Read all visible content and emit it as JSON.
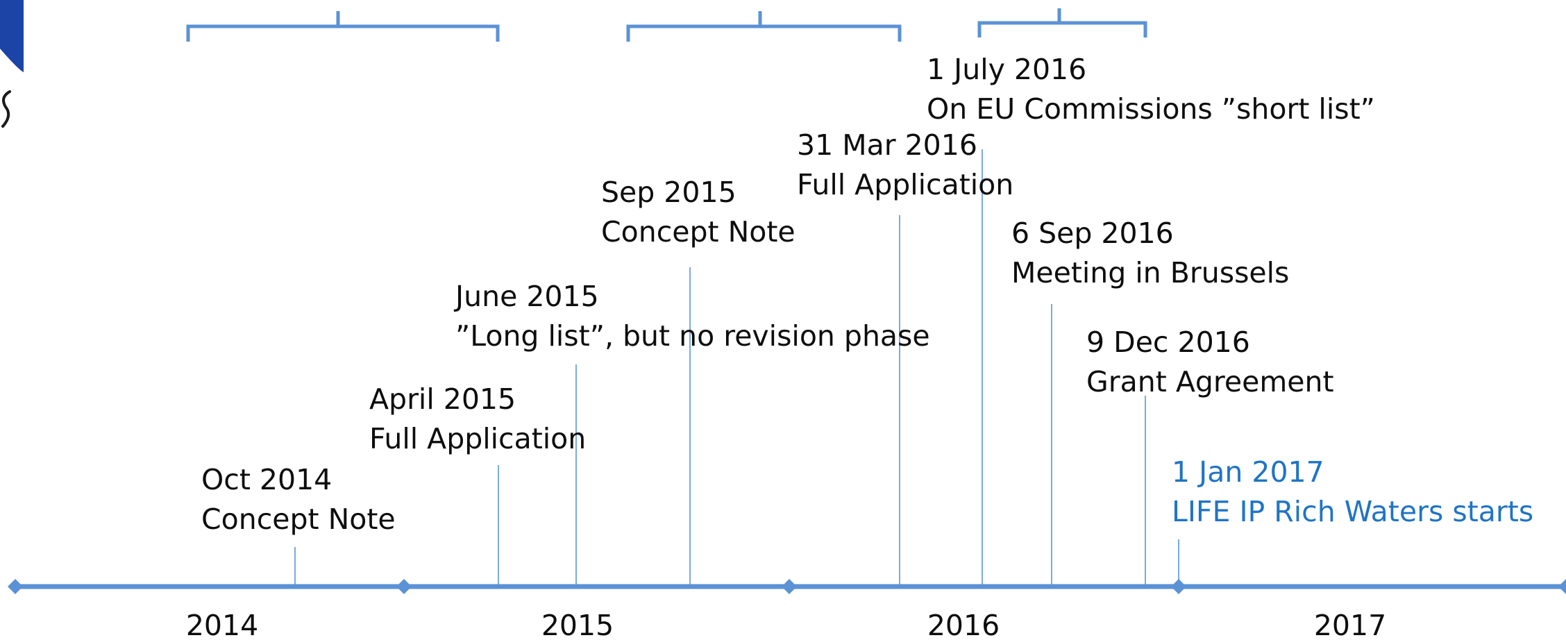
{
  "timeline": {
    "years": [
      "2014",
      "2015",
      "2016",
      "2017"
    ],
    "events": [
      {
        "date": "Oct 2014",
        "label": "Concept Note",
        "highlight": false
      },
      {
        "date": "April 2015",
        "label": "Full Application",
        "highlight": false
      },
      {
        "date": "June 2015",
        "label": "”Long list”, but no revision phase",
        "highlight": false
      },
      {
        "date": "Sep 2015",
        "label": "Concept Note",
        "highlight": false
      },
      {
        "date": "31 Mar 2016",
        "label": "Full Application",
        "highlight": false
      },
      {
        "date": "1 July 2016",
        "label": "On EU Commissions ”short list”",
        "highlight": false
      },
      {
        "date": "6 Sep 2016",
        "label": "Meeting in Brussels",
        "highlight": false
      },
      {
        "date": "9 Dec 2016",
        "label": "Grant Agreement",
        "highlight": false
      },
      {
        "date": "1 Jan 2017",
        "label": "LIFE IP Rich Waters starts",
        "highlight": true
      }
    ]
  },
  "colors": {
    "axis": "#5b92d6",
    "stem": "#7aaae0",
    "text": "#0d0d0d",
    "highlight": "#1f74c4",
    "logo": "#1c44a6"
  }
}
